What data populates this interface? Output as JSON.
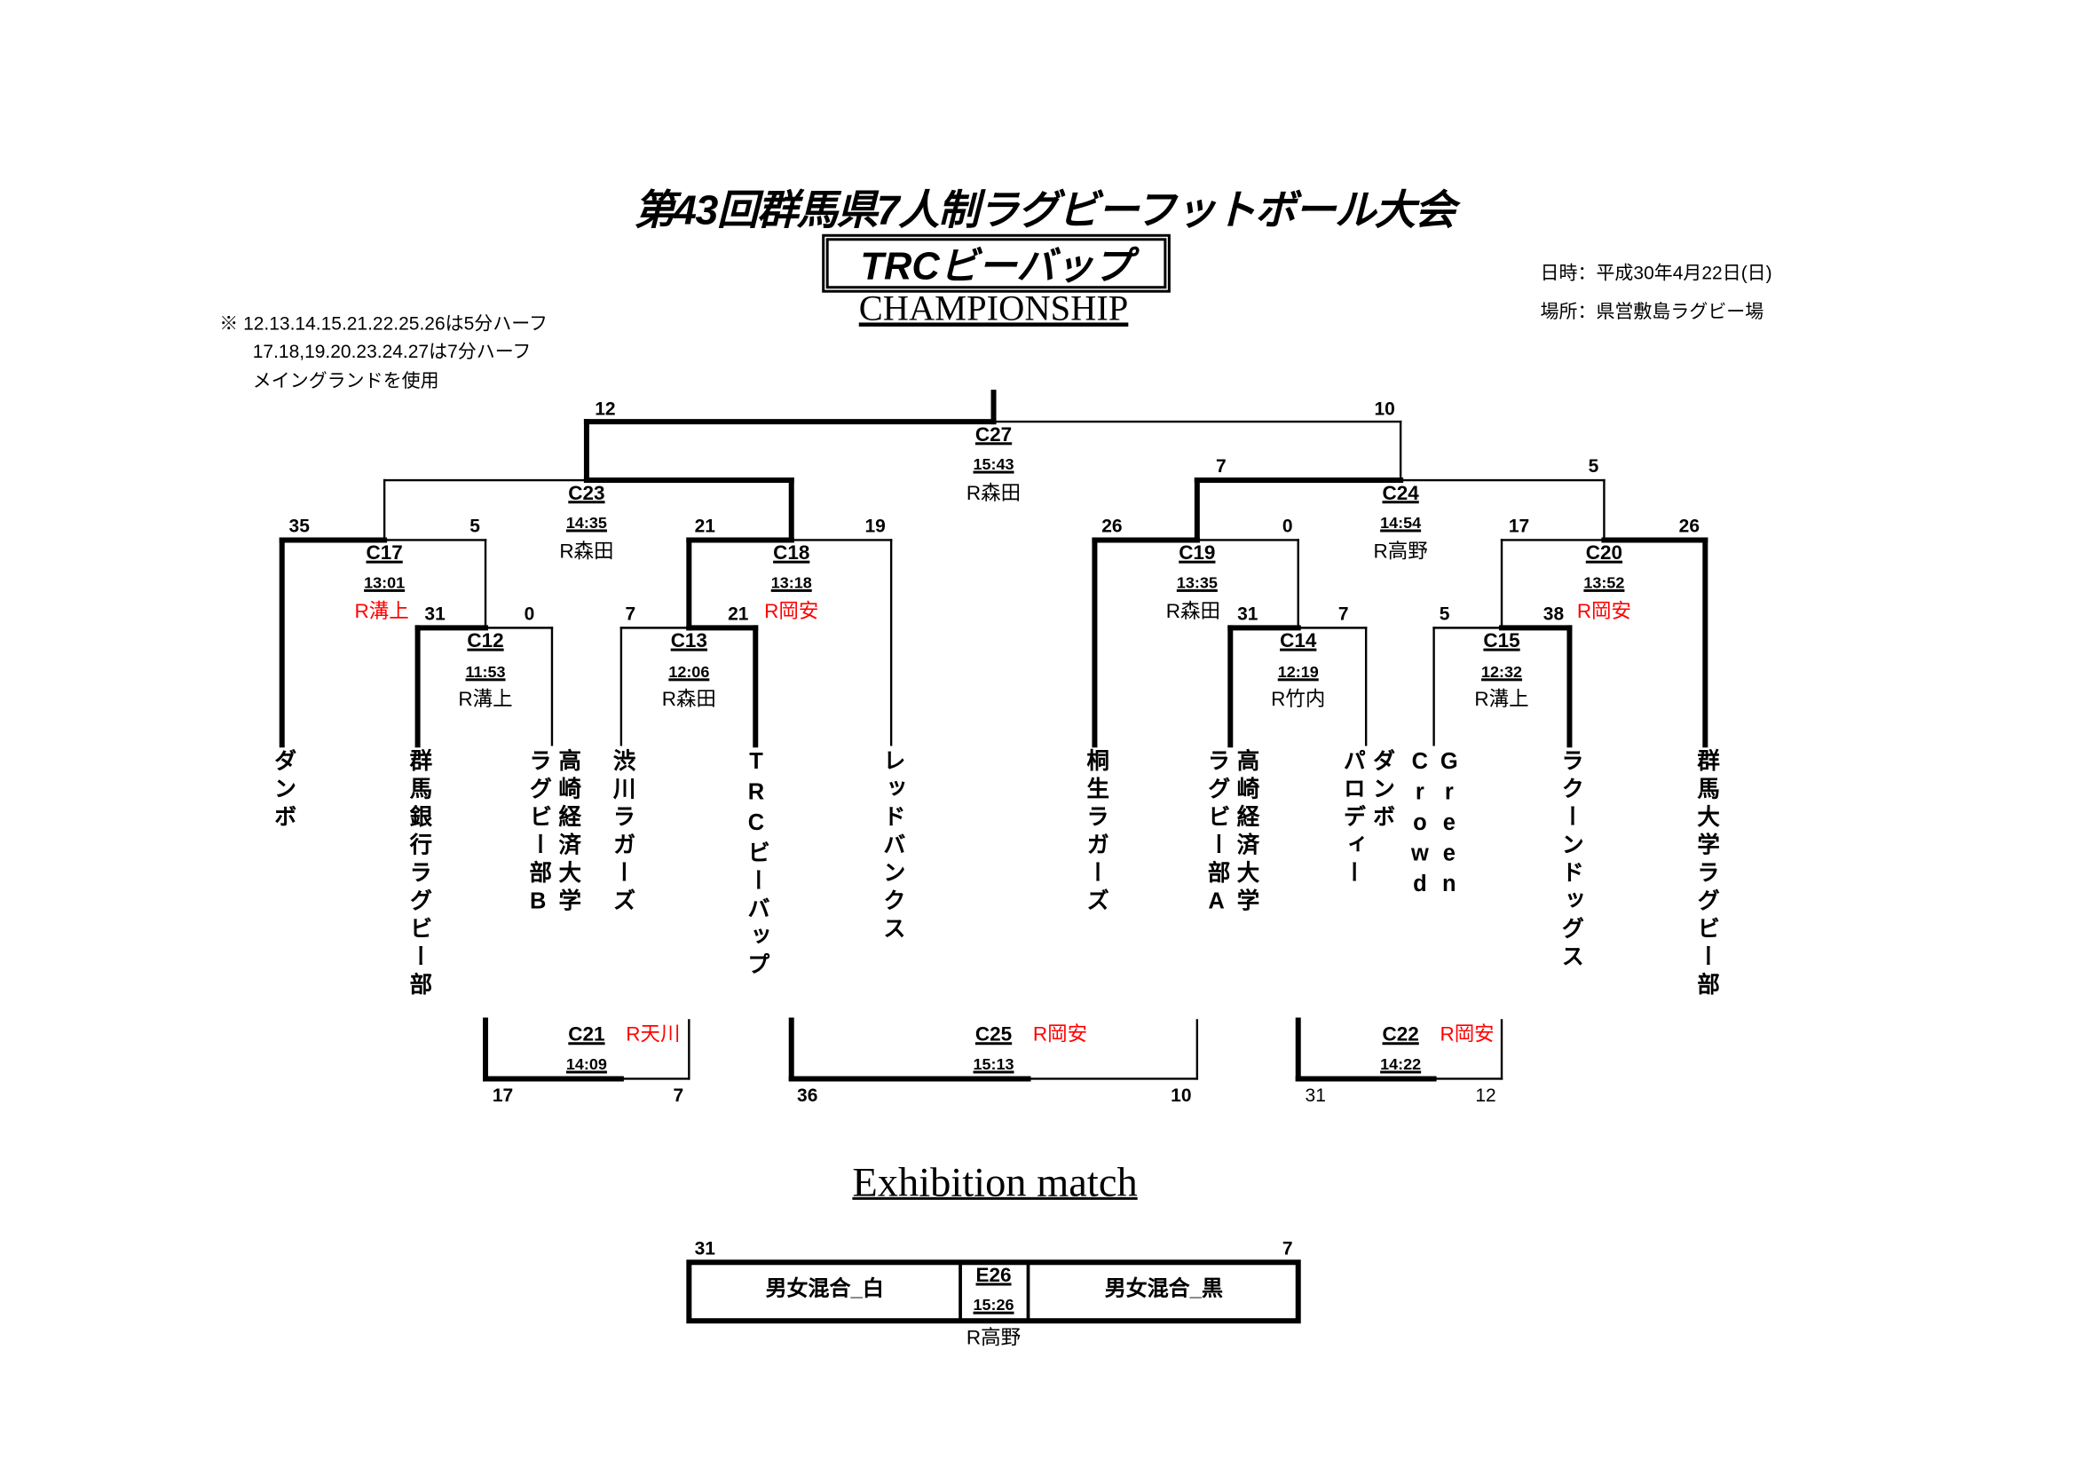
{
  "header": {
    "title": "第43回群馬県7人制ラグビーフットボール大会",
    "logo_text": "TRCビーバップ",
    "subtitle": "CHAMPIONSHIP",
    "date": "日時：平成30年4月22日(日)",
    "venue": "場所：県営敷島ラグビー場",
    "notes": [
      "※ 12.13.14.15.21.22.25.26は5分ハーフ",
      "17.18,19.20.23.24.27は7分ハーフ",
      "メイングランドを使用"
    ]
  },
  "colors": {
    "line": "#000000",
    "referee_highlight": "#ff0000"
  },
  "matches": [
    {
      "id": "C27",
      "time": "15:43",
      "referee": "R森田",
      "red": false,
      "scores": [
        "12",
        "10"
      ]
    },
    {
      "id": "C23",
      "time": "14:35",
      "referee": "R森田",
      "red": false,
      "scores": []
    },
    {
      "id": "C24",
      "time": "14:54",
      "referee": "R高野",
      "red": false,
      "scores": [
        "7",
        "5"
      ]
    },
    {
      "id": "C17",
      "time": "13:01",
      "referee": "R溝上",
      "red": true,
      "scores": [
        "35",
        "5"
      ]
    },
    {
      "id": "C18",
      "time": "13:18",
      "referee": "R岡安",
      "red": true,
      "scores": [
        "21",
        "19"
      ]
    },
    {
      "id": "C19",
      "time": "13:35",
      "referee": "R森田",
      "red": false,
      "scores": [
        "26",
        "0"
      ]
    },
    {
      "id": "C20",
      "time": "13:52",
      "referee": "R岡安",
      "red": true,
      "scores": [
        "17",
        "26"
      ]
    },
    {
      "id": "C12",
      "time": "11:53",
      "referee": "R溝上",
      "red": false,
      "scores": [
        "31",
        "0"
      ]
    },
    {
      "id": "C13",
      "time": "12:06",
      "referee": "R森田",
      "red": false,
      "scores": [
        "7",
        "21"
      ]
    },
    {
      "id": "C14",
      "time": "12:19",
      "referee": "R竹内",
      "red": false,
      "scores": [
        "31",
        "7"
      ]
    },
    {
      "id": "C15",
      "time": "12:32",
      "referee": "R溝上",
      "red": false,
      "scores": [
        "5",
        "38"
      ]
    },
    {
      "id": "C21",
      "time": "14:09",
      "referee": "R天川",
      "red": true,
      "scores": [
        "17",
        "7"
      ]
    },
    {
      "id": "C25",
      "time": "15:13",
      "referee": "R岡安",
      "red": true,
      "scores": [
        "36",
        "10"
      ]
    },
    {
      "id": "C22",
      "time": "14:22",
      "referee": "R岡安",
      "red": true,
      "scores": [
        "31",
        "12"
      ]
    }
  ],
  "teams": [
    {
      "lines": [
        "ダンボ"
      ]
    },
    {
      "lines": [
        "群馬銀行ラグビー部"
      ]
    },
    {
      "lines": [
        "高崎経済大学",
        "ラグビー部B"
      ]
    },
    {
      "lines": [
        "渋川ラガーズ"
      ]
    },
    {
      "lines": [
        "TRCビーバップ"
      ]
    },
    {
      "lines": [
        "レッドバンクス"
      ]
    },
    {
      "lines": [
        "桐生ラガーズ"
      ]
    },
    {
      "lines": [
        "高崎経済大学",
        "ラグビー部A"
      ]
    },
    {
      "lines": [
        "ダンボ",
        "パロディー"
      ]
    },
    {
      "lines": [
        "Green",
        "Crowd"
      ]
    },
    {
      "lines": [
        "ラクーンドッグス"
      ]
    },
    {
      "lines": [
        "群馬大学ラグビー部"
      ]
    }
  ],
  "exhibition": {
    "title": "Exhibition match",
    "id": "E26",
    "time": "15:26",
    "referee": "R高野",
    "left_team": "男女混合_白",
    "right_team": "男女混合_黒",
    "left_score": "31",
    "right_score": "7"
  }
}
